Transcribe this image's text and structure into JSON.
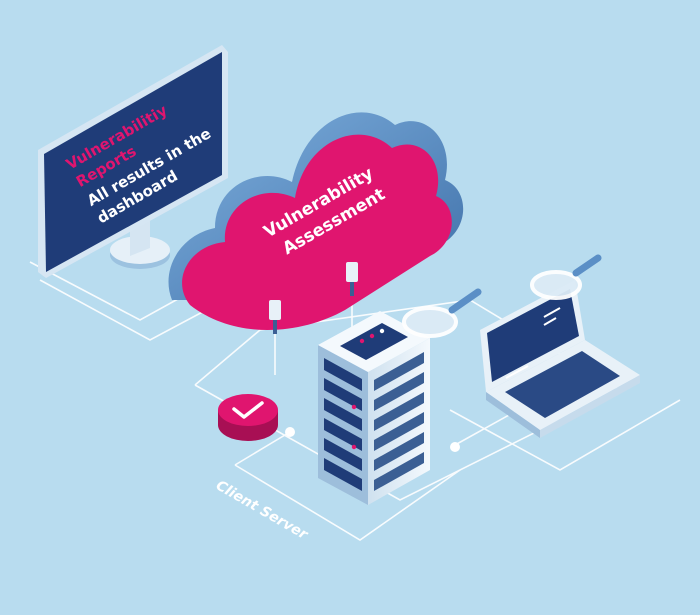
{
  "monitor": {
    "title_line1": "Vulnerabilitiy",
    "title_line2": "Reports",
    "body_line1": "All results in the",
    "body_line2": "dashboard"
  },
  "cloud": {
    "line1": "Vulnerability",
    "line2": "Assessment"
  },
  "server": {
    "label": "Client Server"
  },
  "colors": {
    "background": "#b8dcef",
    "accent_magenta": "#e0156f",
    "navy_screen": "#1f3c78",
    "cloud_back": "#5b8fc6",
    "server_body": "#e8f1f8"
  },
  "icons": {
    "checkmark": "checkmark-icon",
    "magnifier": "magnifier-icon"
  }
}
